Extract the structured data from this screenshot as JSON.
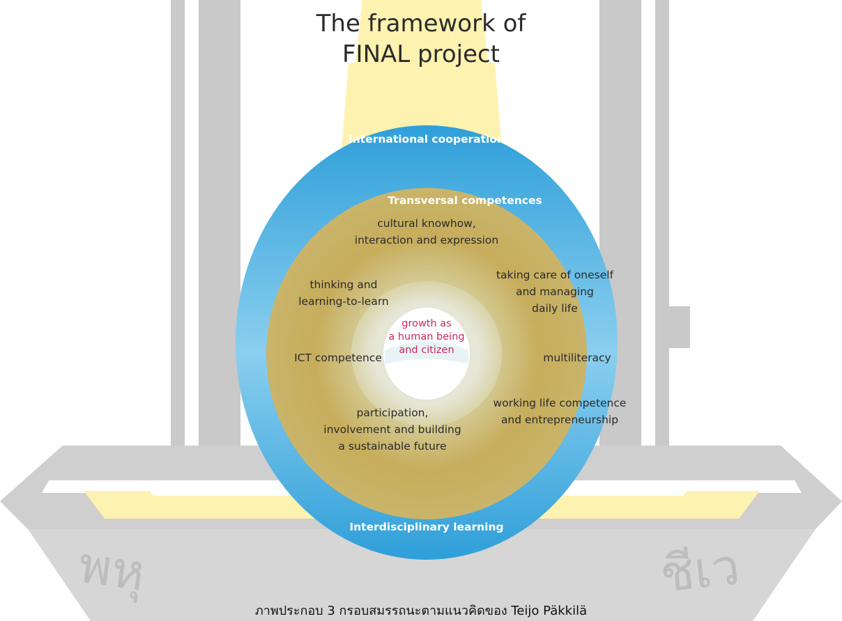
{
  "title": {
    "line1": "The framework of",
    "line2": "FINAL project"
  },
  "outer_ring": {
    "top_label": "International cooperation",
    "bottom_label": "Interdisciplinary learning"
  },
  "middle_ring": {
    "heading": "Transversal competences",
    "competences": {
      "cultural": [
        "cultural knowhow,",
        "interaction and expression"
      ],
      "selfcare": [
        "taking care of oneself",
        "and managing",
        "daily life"
      ],
      "thinking": [
        "thinking and",
        "learning-to-learn"
      ],
      "ict": [
        "ICT competence"
      ],
      "multiliteracy": [
        "multiliteracy"
      ],
      "working": [
        "working life competence",
        "and entrepreneurship"
      ],
      "participation": [
        "participation,",
        "involvement and building",
        "a sustainable future"
      ]
    }
  },
  "center": [
    "growth as",
    "a human being",
    "and citizen"
  ],
  "watermark_text": {
    "left": "พหุ",
    "right": "ชีเว"
  },
  "caption": "ภาพประกอบ 3 กรอบสมรรถนะตามแนวคิดของ Teijo Päkkilä",
  "colors": {
    "outer_ring_top": "#3aa6dc",
    "outer_ring_bottom": "#5ab7e6",
    "middle_ring": "#c9b162",
    "center_text": "#c8285a",
    "watermark_gray": "#bfbfbf",
    "watermark_yellow": "#fdf2b0"
  }
}
